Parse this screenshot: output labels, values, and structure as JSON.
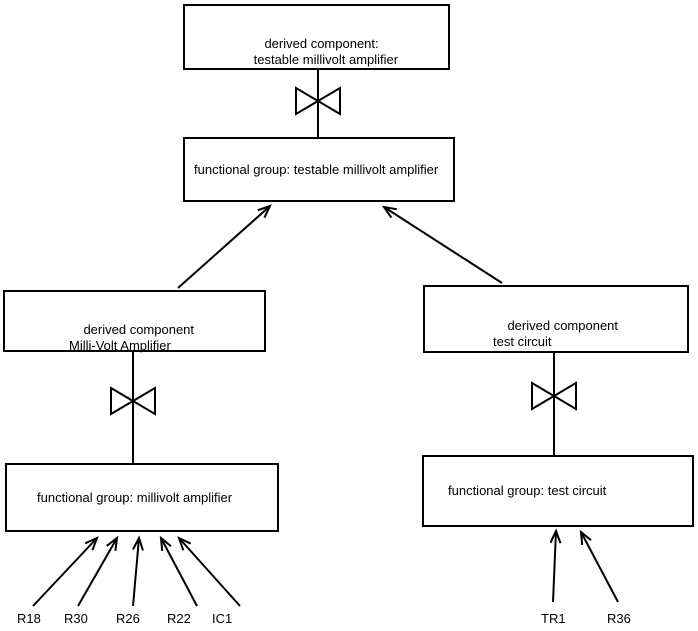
{
  "diagram": {
    "nodes": {
      "top_derived": "derived component:\n testable millivolt amplifier",
      "top_functional": "functional group: testable millivolt amplifier",
      "left_derived": "derived component\nMilli-Volt Amplifier",
      "left_functional": "functional group: millivolt amplifier",
      "right_derived": "derived component\ntest circuit",
      "right_functional": "functional group: test circuit"
    },
    "leaf_labels": [
      "R18",
      "R30",
      "R26",
      "R22",
      "IC1",
      "TR1",
      "R36"
    ],
    "symbols": {
      "bowtie_meaning": "decomposition-bowtie"
    },
    "colors": {
      "background": "#ffffff",
      "line": "#000000",
      "text": "#000000"
    }
  }
}
